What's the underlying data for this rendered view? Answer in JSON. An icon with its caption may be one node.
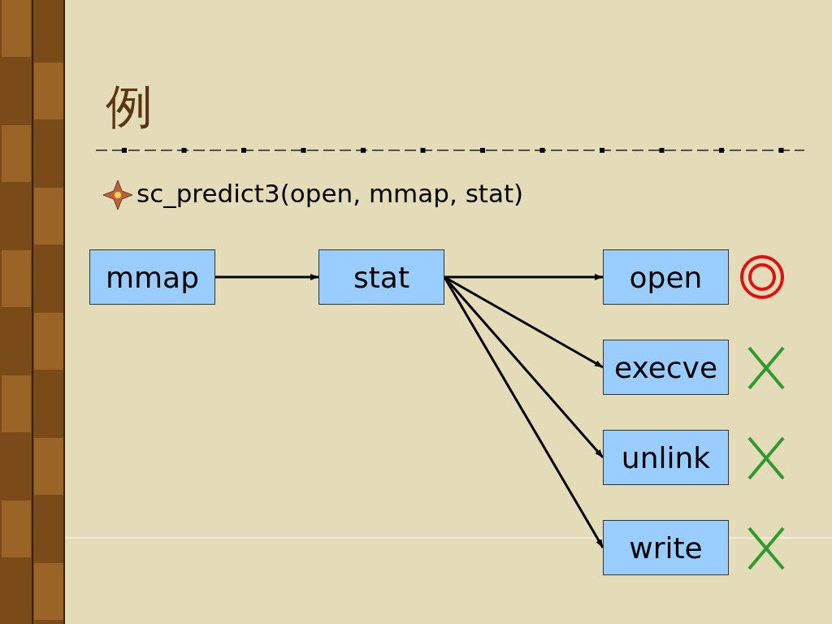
{
  "diagram": {
    "title": "例",
    "nodes": [
      {
        "text": [
          "mmap"
        ]
      },
      {
        "text": [
          "stat"
        ]
      },
      {
        "text": [
          "open"
        ]
      },
      {
        "text": [
          "execve"
        ]
      },
      {
        "text": [
          "unlink"
        ]
      },
      {
        "text": [
          "write"
        ]
      }
    ],
    "edges": [
      {
        "from": 0,
        "to": 1,
        "arrow": "to"
      },
      {
        "from": 1,
        "to": 2,
        "arrow": "to"
      },
      {
        "from": 1,
        "to": 3,
        "arrow": "to"
      },
      {
        "from": 1,
        "to": 4,
        "arrow": "to"
      },
      {
        "from": 1,
        "to": 5,
        "arrow": "to"
      }
    ],
    "labels": [
      "sc_predict3(open, mmap, stat)"
    ]
  }
}
